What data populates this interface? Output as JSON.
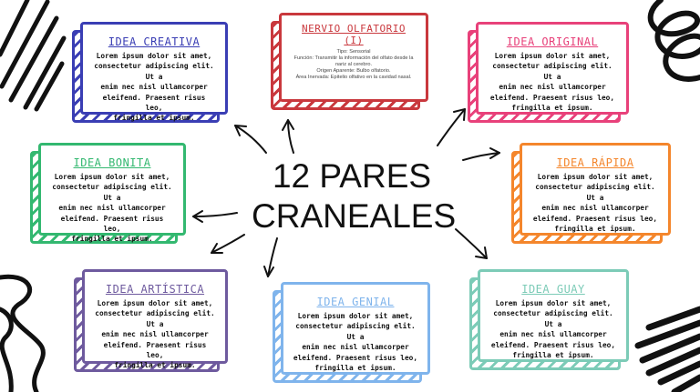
{
  "center": {
    "line1": "12 PARES",
    "line2": "CRANEALES"
  },
  "nervio": {
    "title": "NERVIO OLFATORIO (I)",
    "lines": [
      "Tipo: Sensorial",
      "Función: Transmitir la información del olfato desde la",
      "nariz al cerebro.",
      "Origen Aparente: Bulbo olfatorio.",
      "Área Inervada: Epitelio olfativo en la cavidad nasal."
    ]
  },
  "cards": [
    {
      "title": "IDEA CREATIVA",
      "color": "#3a3eb4"
    },
    {
      "title": "IDEA ORIGINAL",
      "color": "#e8417a"
    },
    {
      "title": "IDEA BONITA",
      "color": "#33b870"
    },
    {
      "title": "IDEA RÁPIDA",
      "color": "#f4862c"
    },
    {
      "title": "IDEA ARTÍSTICA",
      "color": "#6e5a9e"
    },
    {
      "title": "IDEA GENIAL",
      "color": "#7fb4ec"
    },
    {
      "title": "IDEA GUAY",
      "color": "#7ccbb7"
    }
  ],
  "body_lines": [
    "Lorem ipsum dolor sit amet,",
    "consectetur adipiscing elit. Ut a",
    "enim nec nisl ullamcorper",
    "eleifend. Praesent risus leo,",
    "fringilla et ipsum."
  ],
  "nervio_color": "#c9383d"
}
